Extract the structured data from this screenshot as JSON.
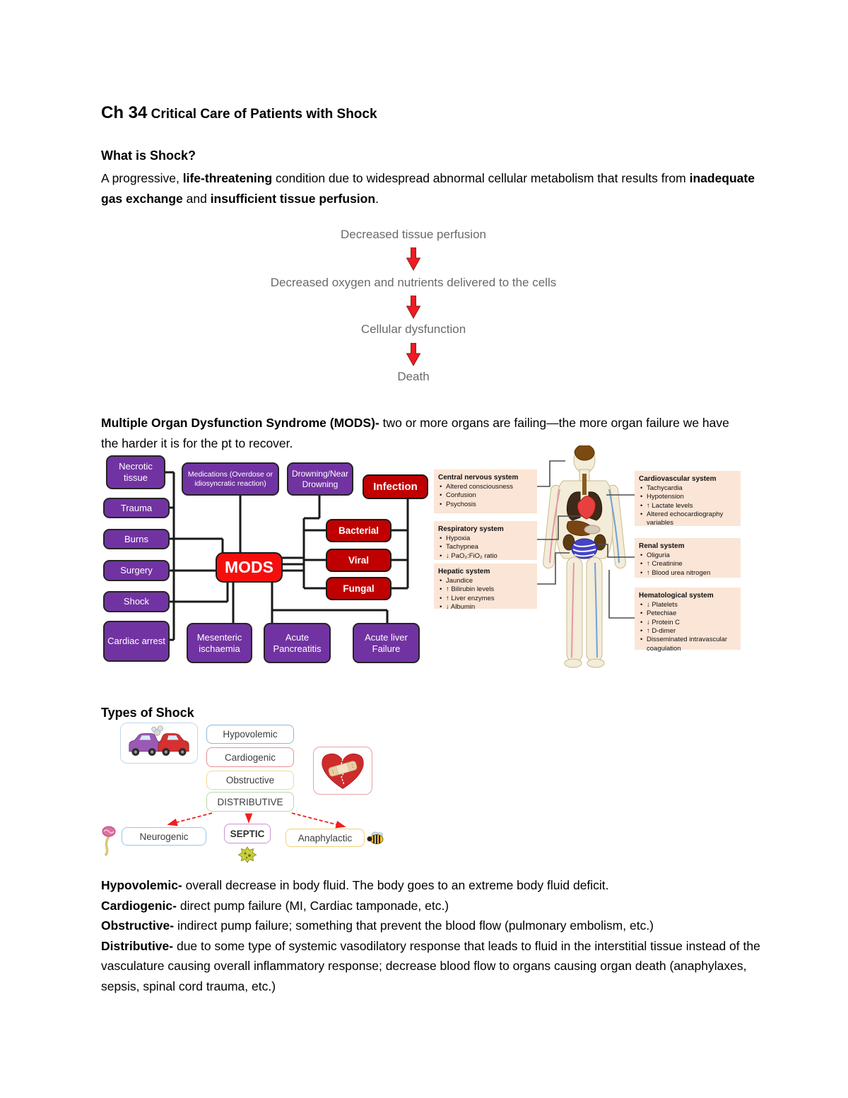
{
  "header": {
    "chapter": "Ch 34",
    "title": " Critical Care of Patients with Shock"
  },
  "what_is_shock": {
    "heading": "What is Shock?",
    "seg1": "A progressive, ",
    "bold1": "life-threatening",
    "seg2": " condition due to widespread abnormal cellular metabolism that results from ",
    "bold2": "inadequate gas exchange",
    "seg3": " and ",
    "bold3": "insufficient tissue perfusion",
    "seg4": "."
  },
  "flow": {
    "steps": [
      "Decreased tissue perfusion",
      "Decreased oxygen and nutrients delivered to the cells",
      "Cellular dysfunction",
      "Death"
    ],
    "arrow_color": "#EC1C24"
  },
  "mods": {
    "heading_bold": "Multiple Organ Dysfunction Syndrome (MODS)-",
    "heading_rest": " two or more organs are failing—the more organ failure we have the harder it is for the pt to recover.",
    "center_label": "MODS",
    "infection_label": "Infection",
    "causes": [
      "Necrotic tissue",
      "Trauma",
      "Burns",
      "Surgery",
      "Shock",
      "Cardiac arrest",
      "Medications (Overdose or idiosyncratic reaction)",
      "Drowning/Near Drowning"
    ],
    "infection_types": [
      "Bacterial",
      "Viral",
      "Fungal"
    ],
    "consequences": [
      "Mesenteric ischaemia",
      "Acute Pancreatitis",
      "Acute liver Failure"
    ],
    "box_colors": {
      "cause": "#7233A2",
      "infection": "#C00000",
      "mods": "#F40F0F"
    },
    "systems": [
      {
        "title": "Central nervous system",
        "items": [
          "Altered consciousness",
          "Confusion",
          "Psychosis"
        ]
      },
      {
        "title": "Respiratory system",
        "items": [
          "Hypoxia",
          "Tachypnea",
          "↓ PaO₂:FiO₂ ratio"
        ]
      },
      {
        "title": "Hepatic system",
        "items": [
          "Jaundice",
          "↑ Bilirubin levels",
          "↑ Liver enzymes",
          "↓ Albumin"
        ]
      },
      {
        "title": "Cardiovascular system",
        "items": [
          "Tachycardia",
          "Hypotension",
          "↑ Lactate levels",
          "Altered echocardiography variables"
        ]
      },
      {
        "title": "Renal system",
        "items": [
          "Oliguria",
          "↑ Creatinine",
          "↑ Blood urea nitrogen"
        ]
      },
      {
        "title": "Hematological system",
        "items": [
          "↓ Platelets",
          "Petechiae",
          "↓ Protein C",
          "↑ D-dimer",
          "Disseminated intravascular coagulation"
        ]
      }
    ]
  },
  "types_of_shock": {
    "heading": "Types of Shock",
    "main_types": [
      "Hypovolemic",
      "Cardiogenic",
      "Obstructive",
      "DISTRIBUTIVE"
    ],
    "distributive_subtypes": [
      "Neurogenic",
      "SEPTIC",
      "Anaphylactic"
    ],
    "border_colors": {
      "hypovolemic": "#8FB8DC",
      "cardiogenic": "#E89090",
      "obstructive": "#F0DC8C",
      "distributive": "#B8D9A8",
      "neurogenic": "#9CC3E5",
      "septic": "#CE8FD6",
      "anaphylactic": "#F0D27A"
    }
  },
  "definitions": [
    {
      "term": "Hypovolemic-",
      "text": " overall decrease in body fluid. The body goes to an extreme body fluid deficit."
    },
    {
      "term": "Cardiogenic-",
      "text": " direct pump failure (MI, Cardiac tamponade, etc.)"
    },
    {
      "term": "Obstructive-",
      "text": " indirect pump failure; something that prevent the blood flow (pulmonary embolism, etc.)"
    },
    {
      "term": "Distributive-",
      "text": " due to some type of systemic vasodilatory response that leads to fluid in the interstitial tissue instead of the vasculature causing overall inflammatory response; decrease blood flow to organs causing organ death (anaphylaxes, sepsis, spinal cord trauma, etc.)"
    }
  ]
}
